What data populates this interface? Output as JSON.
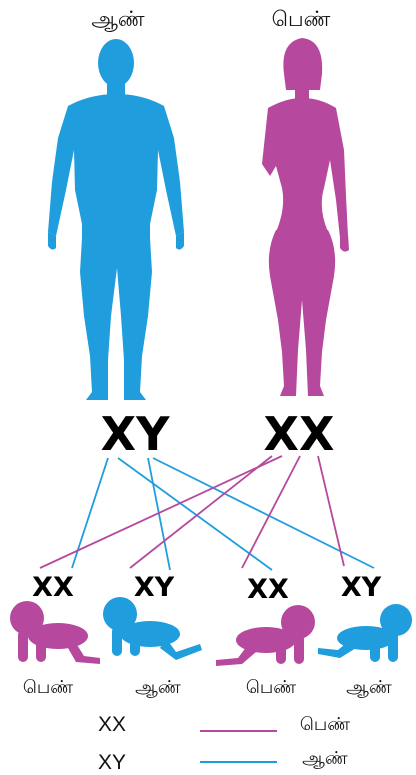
{
  "colors": {
    "male": "#1f9ddd",
    "female": "#b6489d"
  },
  "parents": {
    "father": {
      "label": "ஆண்",
      "chromosomes": "XY"
    },
    "mother": {
      "label": "பெண்",
      "chromosomes": "XX"
    }
  },
  "children": [
    {
      "chromosomes": "XX",
      "label": "பெண்"
    },
    {
      "chromosomes": "XY",
      "label": "ஆண்"
    },
    {
      "chromosomes": "XX",
      "label": "பெண்"
    },
    {
      "chromosomes": "XY",
      "label": "ஆண்"
    }
  ],
  "legend": [
    {
      "code": "XX",
      "label": "பெண்",
      "line_color": "#b6489d"
    },
    {
      "code": "XY",
      "label": "ஆண்",
      "line_color": "#1f9ddd"
    }
  ]
}
